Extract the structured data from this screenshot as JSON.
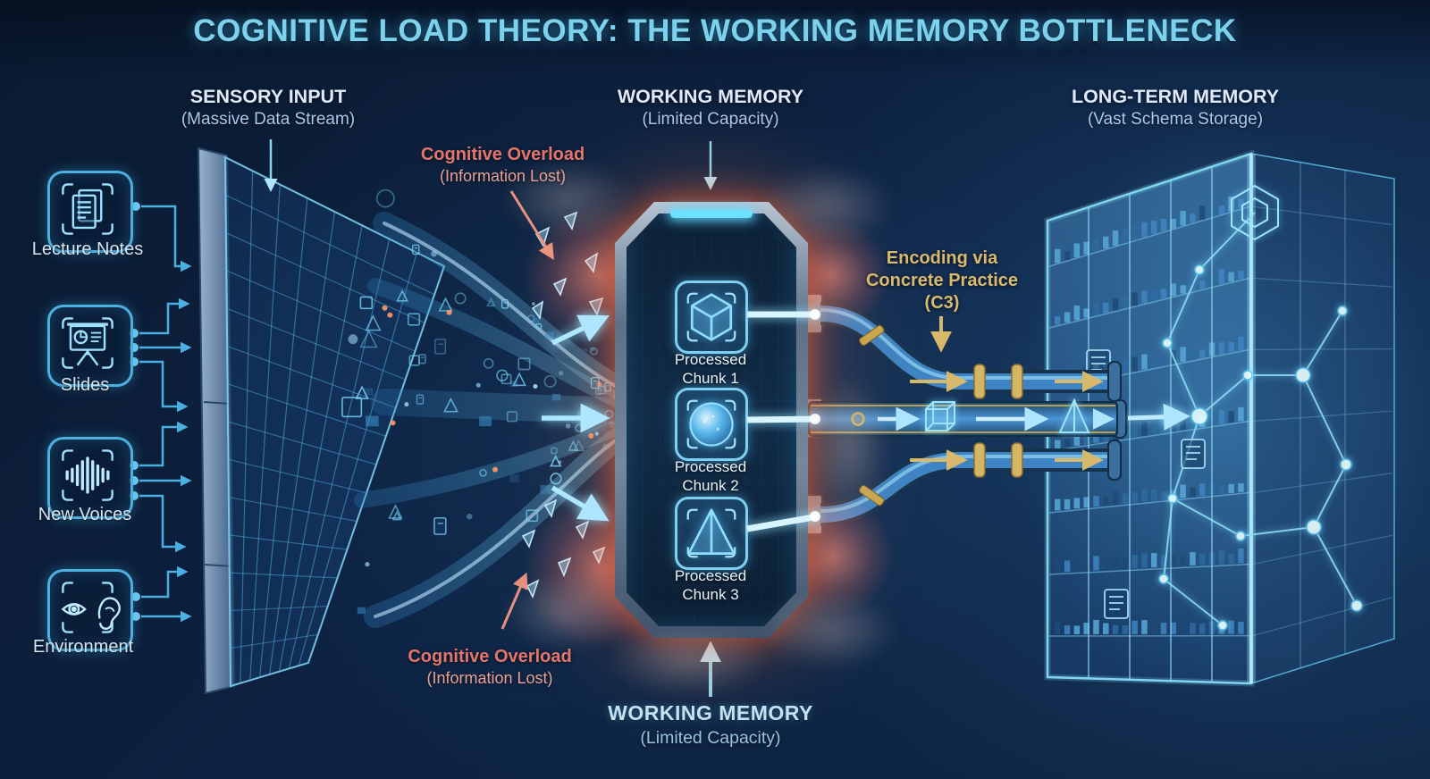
{
  "title": "COGNITIVE LOAD THEORY: THE WORKING MEMORY BOTTLENECK",
  "sections": {
    "sensory": {
      "title": "SENSORY INPUT",
      "subtitle": "(Massive Data Stream)"
    },
    "working": {
      "title": "WORKING MEMORY",
      "subtitle": "(Limited Capacity)"
    },
    "longterm": {
      "title": "LONG-TERM MEMORY",
      "subtitle": "(Vast Schema Storage)"
    }
  },
  "sources": [
    {
      "label": "Lecture Notes",
      "icon": "document-icon"
    },
    {
      "label": "Slides",
      "icon": "presentation-icon"
    },
    {
      "label": "New Voices",
      "icon": "waveform-icon"
    },
    {
      "label": "Environment",
      "icon": "eye-ear-icon"
    }
  ],
  "overload_top": {
    "title": "Cognitive Overload",
    "subtitle": "(Information Lost)"
  },
  "overload_bottom": {
    "title": "Cognitive Overload",
    "subtitle": "(Information Lost)"
  },
  "chunks": [
    {
      "line1": "Processed",
      "line2": "Chunk 1",
      "icon": "cube-icon"
    },
    {
      "line1": "Processed",
      "line2": "Chunk 2",
      "icon": "sphere-icon"
    },
    {
      "line1": "Processed",
      "line2": "Chunk 3",
      "icon": "pyramid-icon"
    }
  ],
  "encoding": {
    "line1": "Encoding via",
    "line2": "Concrete Practice",
    "line3": "(C3)"
  },
  "working_bottom": {
    "title": "WORKING MEMORY",
    "subtitle": "(Limited Capacity)"
  },
  "colors": {
    "background": "#0c1f38",
    "accent_cyan": "#5ac8f0",
    "overload_red": "#e4756b",
    "gold": "#d8b96c",
    "title_cyan": "#7cd2ec",
    "header_text": "#dfeafc"
  }
}
